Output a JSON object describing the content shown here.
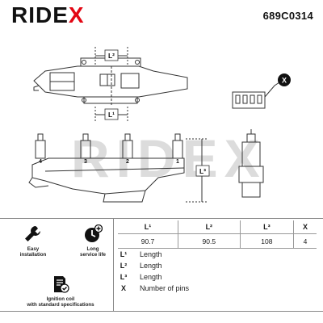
{
  "header": {
    "brand": "RIDE",
    "brand_accent": "X",
    "part_number": "689C0314"
  },
  "drawing": {
    "watermark": "RIDEX",
    "dim_labels": [
      "L²",
      "L¹",
      "L³",
      "X"
    ],
    "pin_numbers": [
      "4",
      "3",
      "2",
      "1"
    ]
  },
  "features": [
    {
      "icon": "wrench-icon",
      "label_line1": "Easy",
      "label_line2": "installation"
    },
    {
      "icon": "clock-plus-icon",
      "label_line1": "Long",
      "label_line2": "service life"
    },
    {
      "icon": "document-check-icon",
      "label_line1": "Ignition coil",
      "label_line2": "with standard specifications"
    }
  ],
  "dimensions": {
    "headers": [
      "L¹",
      "L²",
      "L³",
      "X"
    ],
    "values": [
      "90.7",
      "90.5",
      "108",
      "4"
    ]
  },
  "legend": [
    {
      "key": "L¹",
      "value": "Length"
    },
    {
      "key": "L²",
      "value": "Length"
    },
    {
      "key": "L³",
      "value": "Length"
    },
    {
      "key": "X",
      "value": "Number of pins"
    }
  ],
  "colors": {
    "brand_accent": "#e30613",
    "line": "#333333",
    "watermark": "#dcdcdc"
  }
}
